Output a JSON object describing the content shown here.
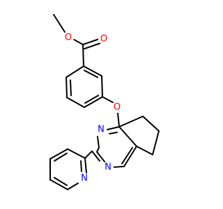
{
  "diagram": {
    "atoms": [
      {
        "symbol": "O",
        "color": "#ff0000"
      },
      {
        "symbol": "O",
        "color": "#ff0000"
      },
      {
        "symbol": "O",
        "color": "#ff0000"
      },
      {
        "symbol": "N",
        "color": "#0000ff"
      },
      {
        "symbol": "N",
        "color": "#0000ff"
      },
      {
        "symbol": "N",
        "color": "#0000ff"
      }
    ],
    "bond_color": "#000000"
  }
}
